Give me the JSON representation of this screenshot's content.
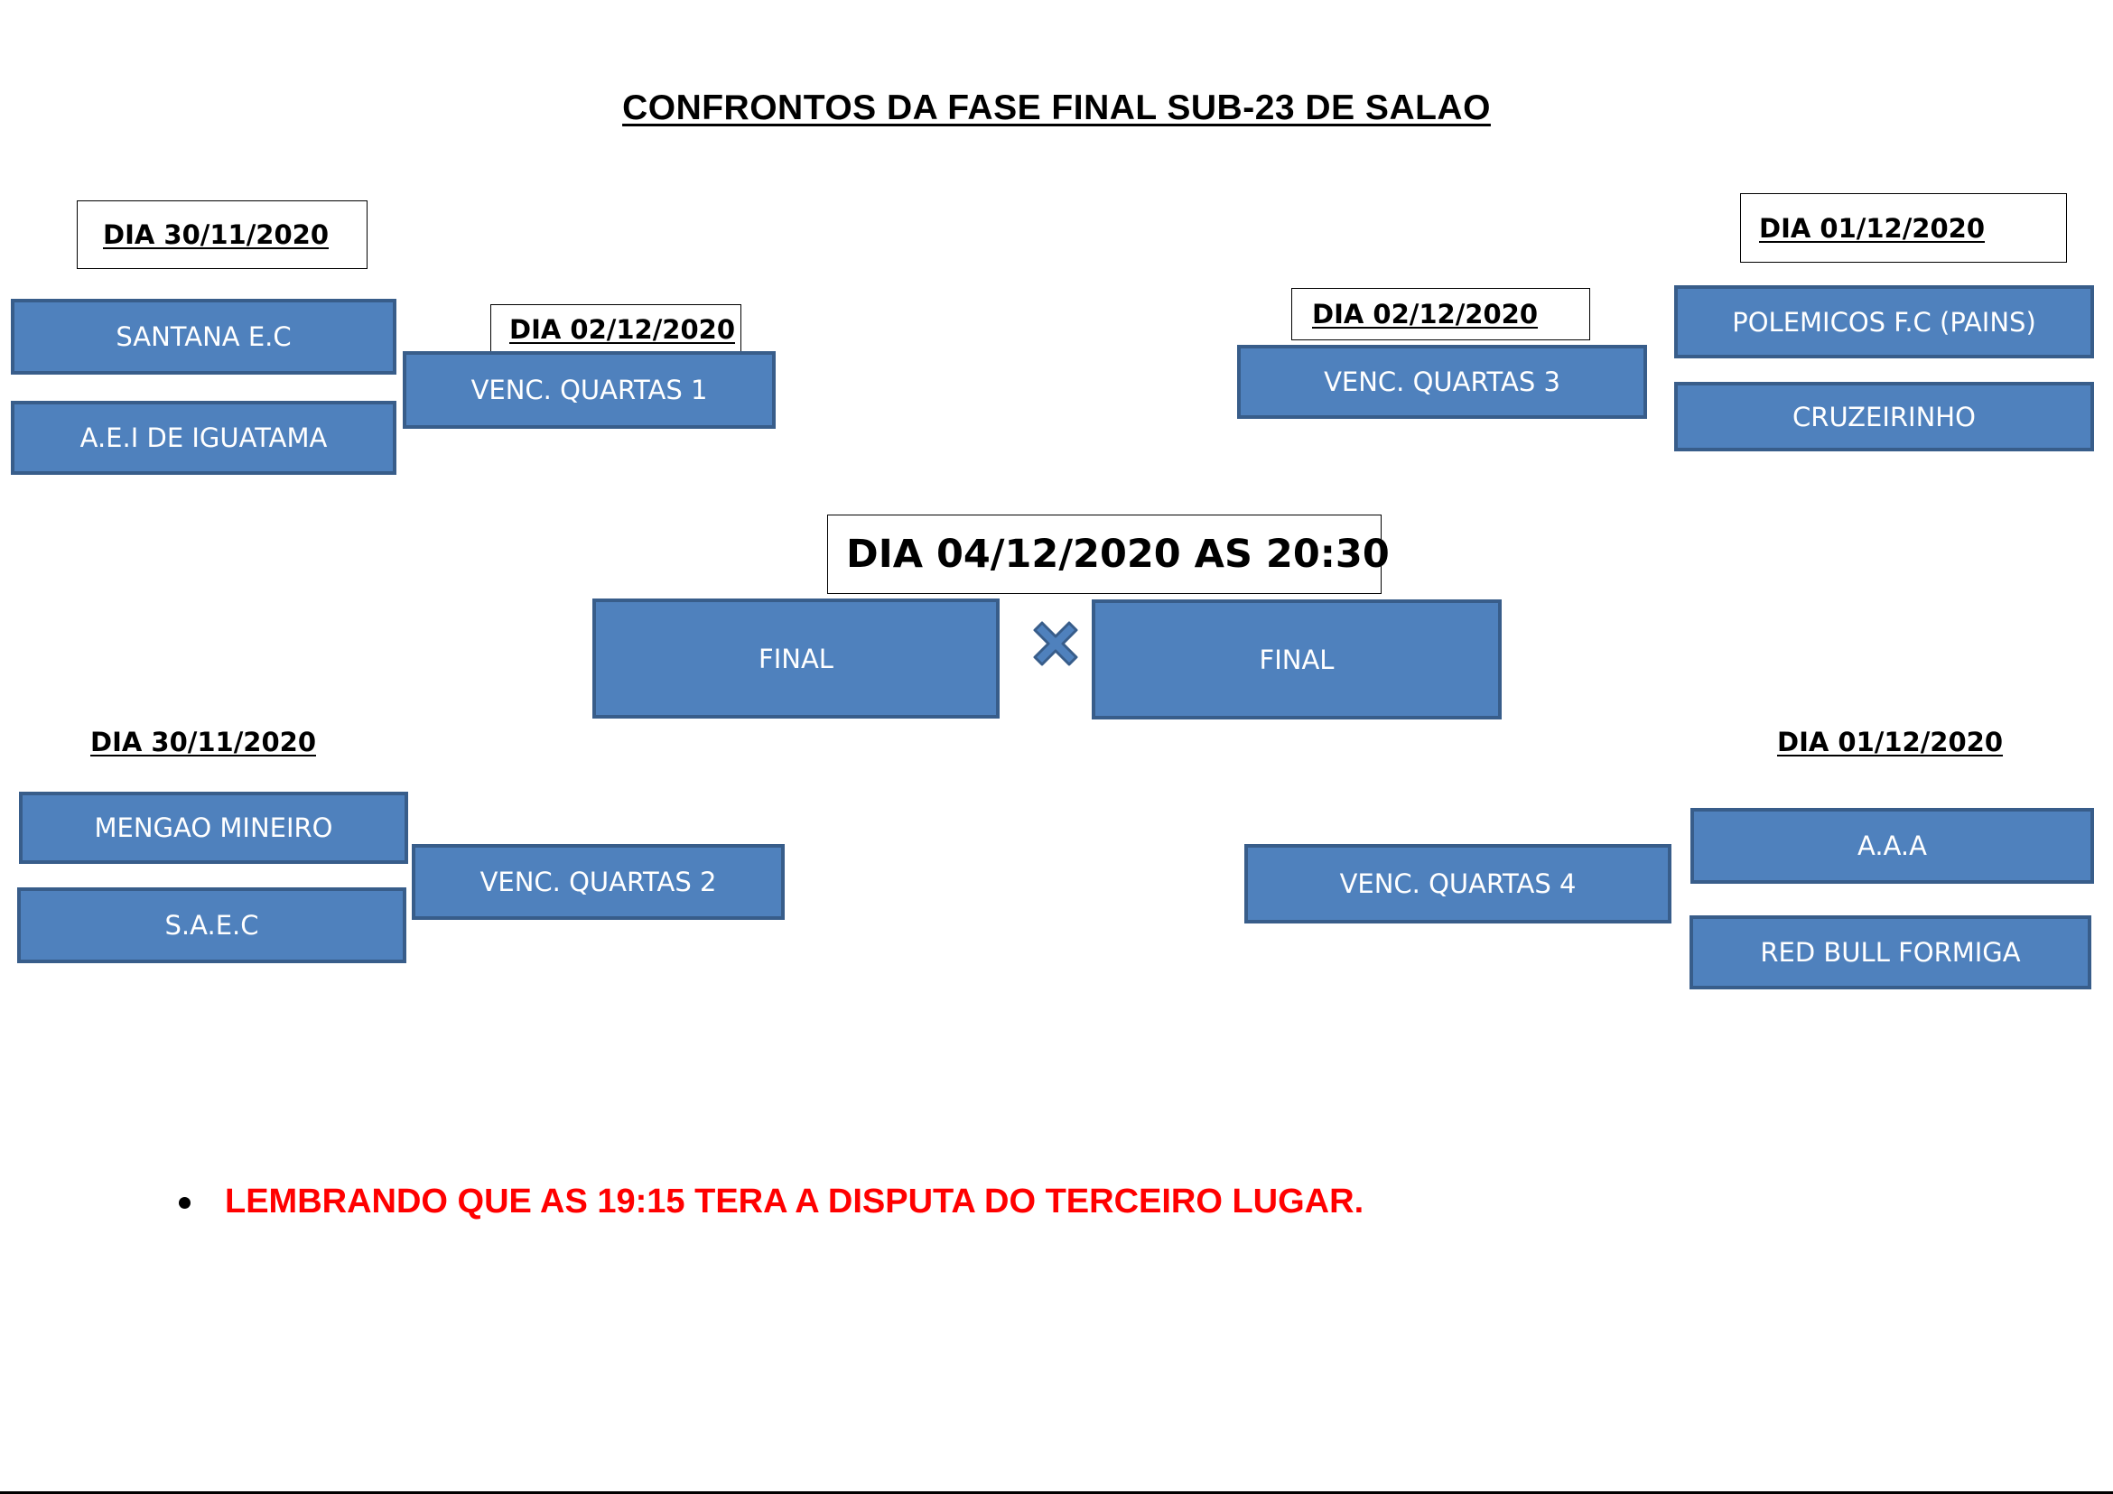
{
  "title": "CONFRONTOS DA FASE FINAL SUB-23 DE SALAO",
  "left": {
    "top": {
      "date": "DIA 30/11/2020",
      "team_a": "SANTANA E.C",
      "team_b": "A.E.I DE IGUATAMA",
      "semi_date": "DIA 02/12/2020",
      "semi": "VENC. QUARTAS 1"
    },
    "bottom": {
      "date": "DIA 30/11/2020",
      "team_a": "MENGAO MINEIRO",
      "team_b": "S.A.E.C",
      "semi": "VENC. QUARTAS 2"
    }
  },
  "right": {
    "top": {
      "date": "DIA 01/12/2020",
      "team_a": "POLEMICOS F.C (PAINS)",
      "team_b": "CRUZEIRINHO",
      "semi_date": "DIA 02/12/2020",
      "semi": "VENC. QUARTAS 3"
    },
    "bottom": {
      "date": "DIA 01/12/2020",
      "team_a": "A.A.A",
      "team_b": "RED BULL FORMIGA",
      "semi": "VENC. QUARTAS 4"
    }
  },
  "final": {
    "date": "DIA 04/12/2020 AS 20:30",
    "left": "FINAL",
    "right": "FINAL",
    "versus_icon": "x-icon"
  },
  "note": "LEMBRANDO QUE AS 19:15 TERA A DISPUTA DO TERCEIRO LUGAR.",
  "colors": {
    "box_fill": "#4f81bd",
    "box_border": "#385d8a",
    "note": "#ff0000"
  }
}
